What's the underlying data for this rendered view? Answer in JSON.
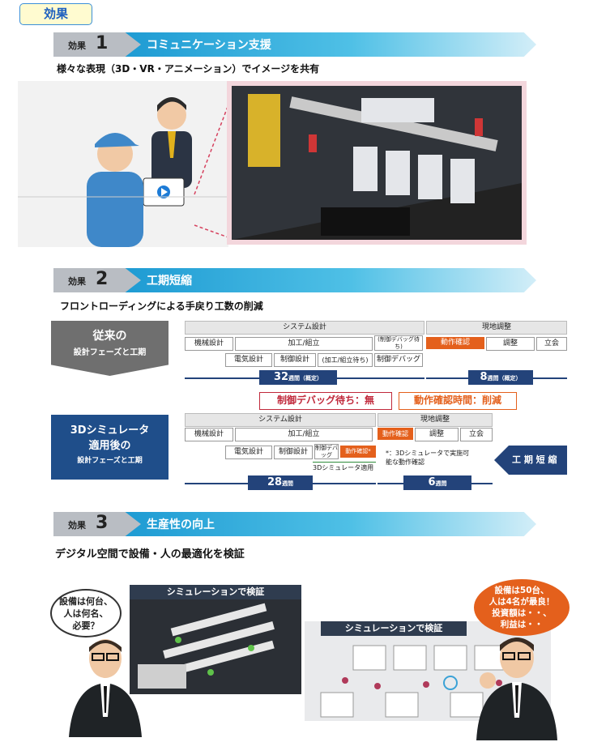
{
  "header": {
    "badge": "効果"
  },
  "effect1": {
    "label": "効果",
    "num": "1",
    "title": "コミュニケーション支援",
    "subtitle": "様々な表現（3D・VR・アニメーション）でイメージを共有"
  },
  "effect2": {
    "label": "効果",
    "num": "2",
    "title": "工期短縮",
    "subtitle": "フロントローディングによる手戻り工数の削減",
    "conv_title": "従来の",
    "conv_sub": "設計フェーズと工期",
    "sim_title1": "3Dシミュレータ",
    "sim_title2": "適用後の",
    "sim_sub": "設計フェーズと工期",
    "sys_design": "システム設計",
    "onsite": "現地調整",
    "mech": "機械設計",
    "proc": "加工/組立",
    "wait": "(制御デバッグ待ち)",
    "opcheck": "動作確認",
    "adjust": "調整",
    "attend": "立会",
    "elec": "電気設計",
    "ctrl": "制御設計",
    "procwait": "(加工/組立待ち)",
    "debug": "制御デバッグ",
    "w32": "32",
    "w8": "8",
    "w28": "28",
    "w6": "6",
    "weeks_est": "週間（概定）",
    "weeks": "週間",
    "callout1": "制御デバッグ待ち：無",
    "callout2": "動作確認時間：削減",
    "debug2": "制御デバッグ",
    "opcheck2": "動作確認*",
    "simapplied": "3Dシミュレータ適用",
    "note": "*：3Dシミュレータで実施可能な動作確認",
    "shorten": "工 期 短 縮"
  },
  "effect3": {
    "label": "効果",
    "num": "3",
    "title": "生産性の向上",
    "subtitle": "デジタル空間で設備・人の最適化を検証",
    "sim_header": "シミュレーションで検証",
    "q1": "設備は何台、",
    "q2": "人は何名、",
    "q3": "必要？",
    "a1": "設備は50台、",
    "a2": "人は4名が最良！",
    "a3": "投資額は・・、",
    "a4": "利益は・・"
  }
}
